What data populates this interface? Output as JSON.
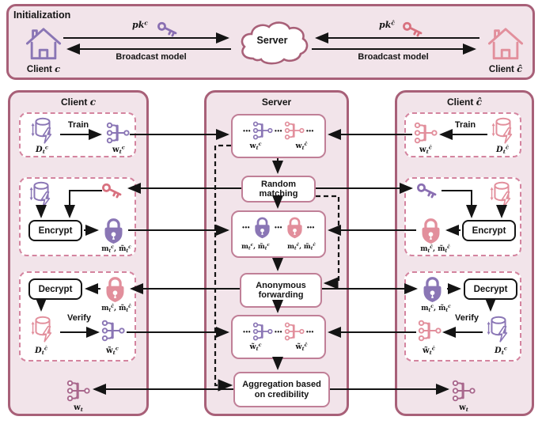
{
  "colors": {
    "panel_bg": "#f2e4ea",
    "panel_border": "#a86078",
    "dashed_border": "#d4849f",
    "inner_box_border": "#c07f97",
    "purple": "#8a76b5",
    "pink": "#e28f9c",
    "key_pink": "#d8717f",
    "key_purple": "#8a6fb2",
    "mauve": "#a9688d",
    "arrow_black": "#141414"
  },
  "glyphs": {
    "dots": "•••"
  },
  "init": {
    "title": "Initialization",
    "server": "Server",
    "client_left": {
      "label": "Client",
      "var": "c"
    },
    "client_right": {
      "label": "Client",
      "var": "ĉ"
    },
    "pk_left": "pk^c",
    "pk_right": "pk^ĉ",
    "broadcast_left": "Broadcast model",
    "broadcast_right": "Broadcast model"
  },
  "client_c": {
    "title": {
      "label": "Client",
      "var": "c"
    },
    "train": {
      "dataset": "D_t^c",
      "action": "Train",
      "model": "w_t^c"
    },
    "encrypt": {
      "action": "Encrypt",
      "ciphertexts": "m_t^c, m̃_t^c"
    },
    "decrypt": {
      "action": "Decrypt",
      "ciphertexts": "m_t^ĉ, m̃_t^ĉ",
      "dataset": "D_t^ĉ",
      "verify": "Verify",
      "model": "w̃_t^c"
    },
    "global_model": "w_t"
  },
  "server": {
    "title": "Server",
    "uploaded_models": {
      "left": "w_t^c",
      "right": "w_t^ĉ"
    },
    "random_matching": "Random matching",
    "ciphertexts": {
      "left": "m_t^c, m̃_t^c",
      "right": "m_t^ĉ, m̃_t^ĉ"
    },
    "anonymous_forwarding": "Anonymous forwarding",
    "verified_models": {
      "left": "w̃_t^c",
      "right": "w̃_t^ĉ"
    },
    "aggregation": "Aggregation based on credibility"
  },
  "client_c_hat": {
    "title": {
      "label": "Client",
      "var": "ĉ"
    },
    "train": {
      "dataset": "D_t^ĉ",
      "action": "Train",
      "model": "w_t^ĉ"
    },
    "encrypt": {
      "action": "Encrypt",
      "ciphertexts": "m_t^ĉ, m̃_t^ĉ"
    },
    "decrypt": {
      "action": "Decrypt",
      "ciphertexts": "m_t^c, m̃_t^c",
      "dataset": "D_t^c",
      "verify": "Verify",
      "model": "w̃_t^ĉ"
    },
    "global_model": "w_t"
  }
}
